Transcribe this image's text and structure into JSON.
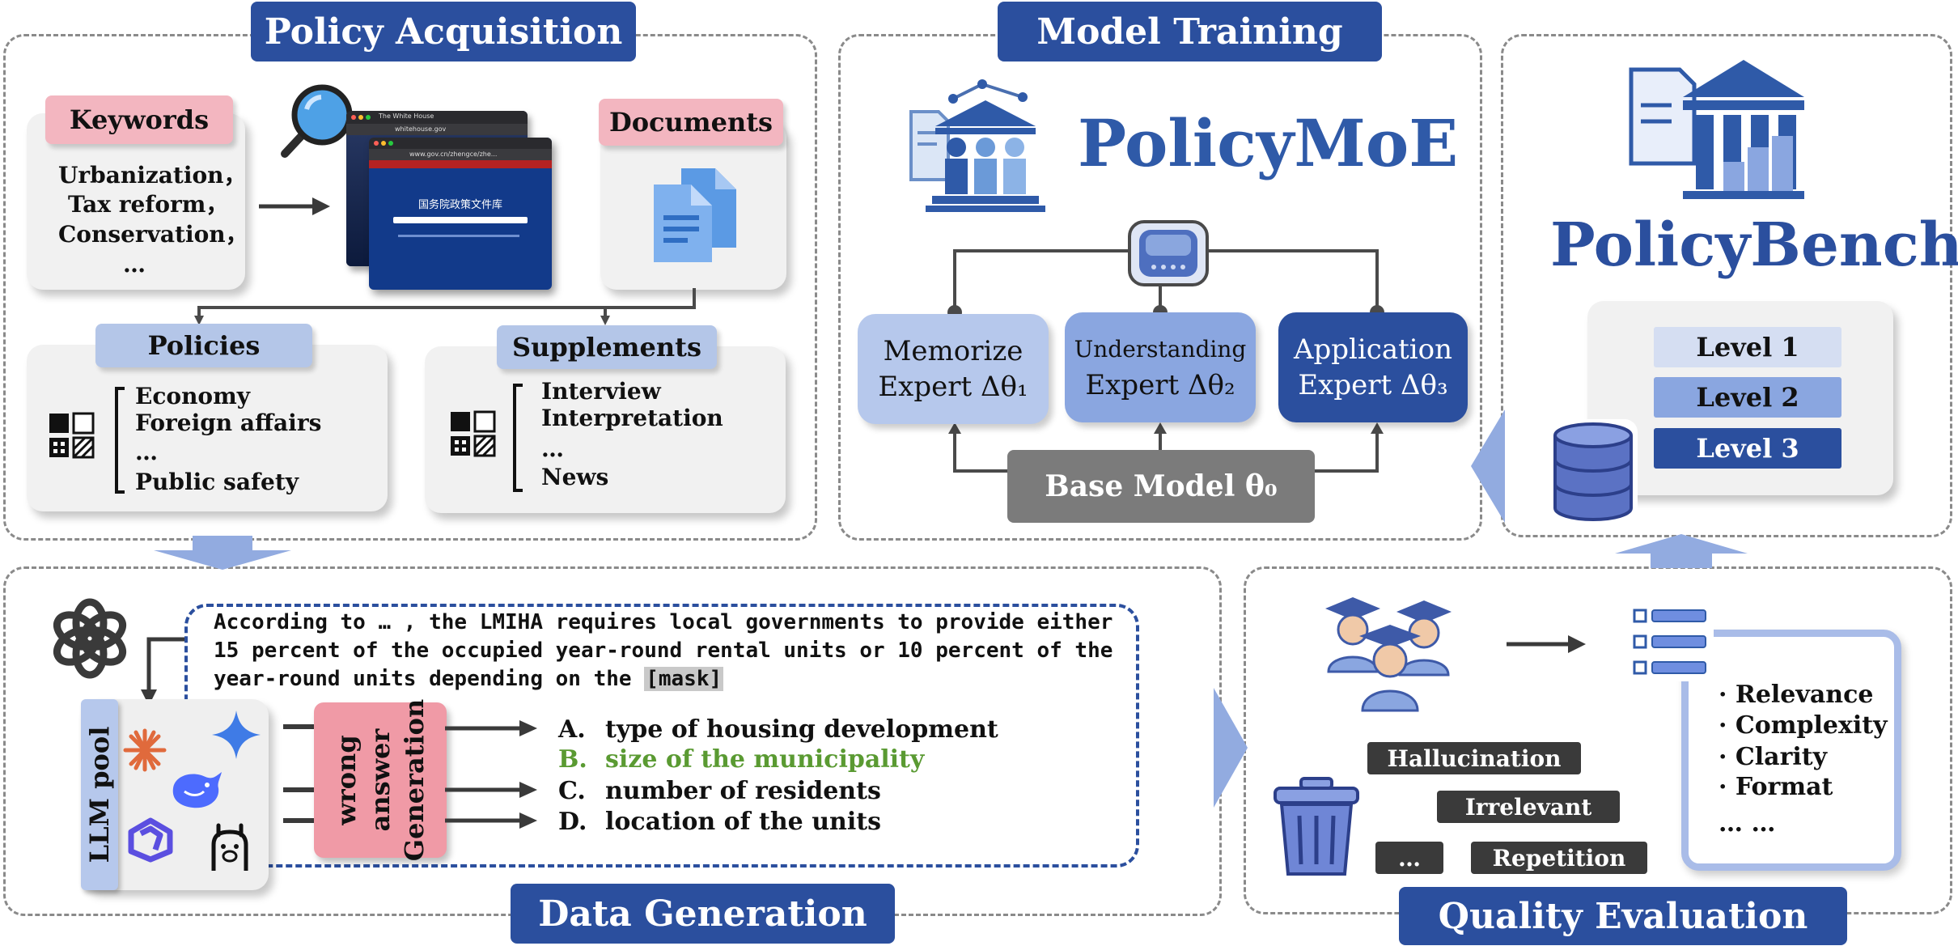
{
  "sections": {
    "policy_acquisition": "Policy Acquisition",
    "model_training": "Model Training",
    "data_generation": "Data Generation",
    "quality_evaluation": "Quality Evaluation"
  },
  "acquisition": {
    "keywords_label": "Keywords",
    "keywords": [
      "Urbanization，",
      "Tax reform，",
      "Conservation，",
      "…"
    ],
    "documents_label": "Documents",
    "browser": {
      "url_back": "whitehouse.gov",
      "url_front": "www.gov.cn/zhengce/zhe...",
      "tab_back": "The White House",
      "page_title": "国务院政策文件库"
    },
    "policies_label": "Policies",
    "policies": [
      "Economy",
      "Foreign affairs",
      "…",
      "Public safety"
    ],
    "supplements_label": "Supplements",
    "supplements": [
      "Interview",
      "Interpretation",
      "…",
      "News"
    ]
  },
  "training": {
    "model_name": "PolicyMoE",
    "experts": [
      {
        "line1": "Memorize",
        "line2": "Expert Δθ₁"
      },
      {
        "line1": "Understanding",
        "line2": "Expert Δθ₂"
      },
      {
        "line1": "Application",
        "line2": "Expert Δθ₃"
      }
    ],
    "base_model": "Base Model θ₀"
  },
  "bench": {
    "name": "PolicyBench",
    "levels": [
      "Level 1",
      "Level 2",
      "Level 3"
    ]
  },
  "generation": {
    "pool_label": "LLM pool",
    "question": "According to … , the LMIHA requires local governments to provide either 15 percent of the occupied year-round rental units or 10 percent of the year-round units depending on the",
    "mask": "[mask]",
    "wrong_box": [
      "wrong",
      "answer",
      "Generation"
    ],
    "options": [
      {
        "letter": "A.",
        "text": "type of housing development",
        "correct": false
      },
      {
        "letter": "B.",
        "text": "size of the municipality",
        "correct": true
      },
      {
        "letter": "C.",
        "text": "number of residents",
        "correct": false
      },
      {
        "letter": "D.",
        "text": "location of the units",
        "correct": false
      }
    ]
  },
  "evaluation": {
    "criteria": [
      "· Relevance",
      "· Complexity",
      "· Clarity",
      "· Format",
      "… …"
    ],
    "discard_tags": [
      "Hallucination",
      "Irrelevant",
      "…",
      "Repetition"
    ]
  },
  "colors": {
    "title_blue": "#2b4f9e",
    "light_blue": "#b4c6e8",
    "pink": "#f3b6c0",
    "correct_green": "#5a9a32",
    "arrow_blue": "#92abe0"
  }
}
